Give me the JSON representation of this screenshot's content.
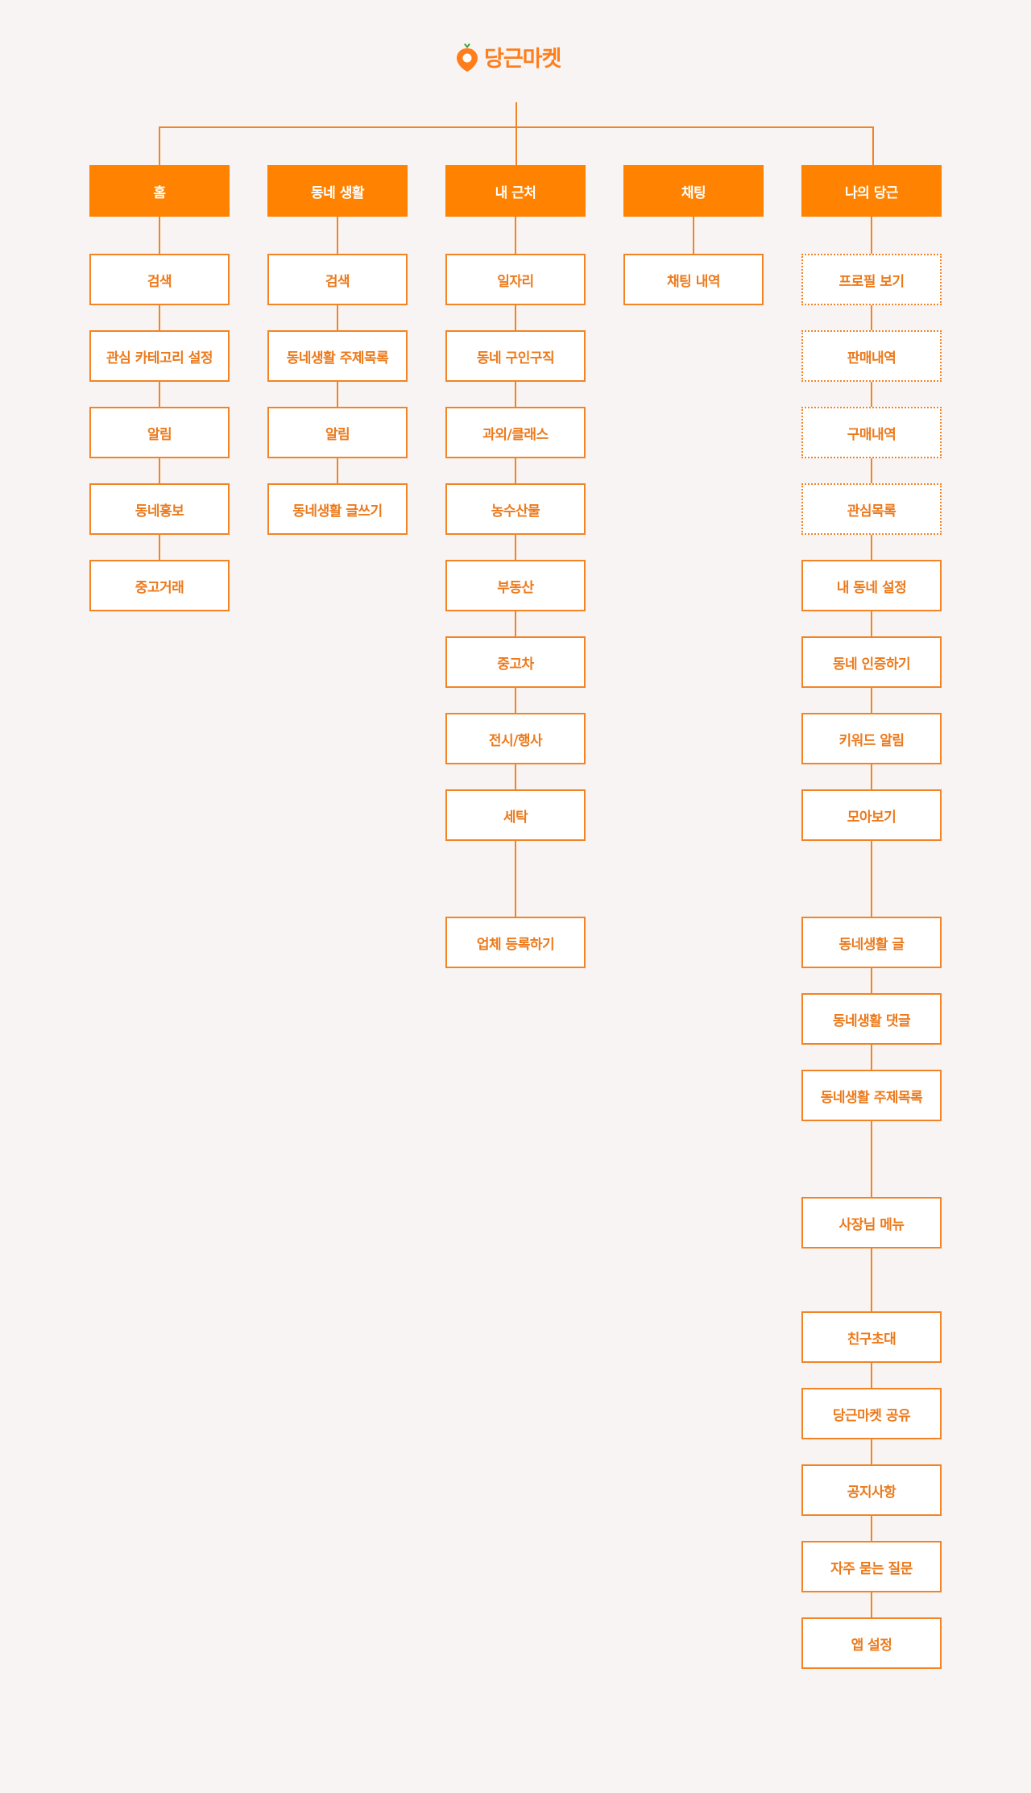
{
  "brand": {
    "name": "당근마켓",
    "color": "#ff7e1b",
    "icon": "carrot-icon"
  },
  "colors": {
    "background": "#f8f4f3",
    "header_fill": "#ff8200",
    "header_text": "#ffffff",
    "node_text": "#ec7a1c",
    "line": "#f28425"
  },
  "columns": [
    {
      "id": "home",
      "header": "홈",
      "items": [
        {
          "label": "검색",
          "style": "solid"
        },
        {
          "label": "관심 카테고리 설정",
          "style": "solid"
        },
        {
          "label": "알림",
          "style": "solid"
        },
        {
          "label": "동네홍보",
          "style": "solid"
        },
        {
          "label": "중고거래",
          "style": "solid"
        }
      ]
    },
    {
      "id": "neighborhood-life",
      "header": "동네 생활",
      "items": [
        {
          "label": "검색",
          "style": "solid"
        },
        {
          "label": "동네생활 주제목록",
          "style": "solid"
        },
        {
          "label": "알림",
          "style": "solid"
        },
        {
          "label": "동네생활 글쓰기",
          "style": "solid"
        }
      ]
    },
    {
      "id": "nearby",
      "header": "내 근처",
      "items": [
        {
          "label": "일자리",
          "style": "solid"
        },
        {
          "label": "동네 구인구직",
          "style": "solid"
        },
        {
          "label": "과외/클래스",
          "style": "solid"
        },
        {
          "label": "농수산물",
          "style": "solid"
        },
        {
          "label": "부동산",
          "style": "solid"
        },
        {
          "label": "중고차",
          "style": "solid"
        },
        {
          "label": "전시/행사",
          "style": "solid"
        },
        {
          "label": "세탁",
          "style": "solid"
        },
        {
          "label": "업체 등록하기",
          "style": "solid"
        }
      ]
    },
    {
      "id": "chat",
      "header": "채팅",
      "items": [
        {
          "label": "채팅 내역",
          "style": "solid"
        }
      ]
    },
    {
      "id": "my-danggeun",
      "header": "나의 당근",
      "items": [
        {
          "label": "프로필 보기",
          "style": "dashed"
        },
        {
          "label": "판매내역",
          "style": "dashed"
        },
        {
          "label": "구매내역",
          "style": "dashed"
        },
        {
          "label": "관심목록",
          "style": "dashed"
        },
        {
          "label": "내 동네 설정",
          "style": "solid"
        },
        {
          "label": "동네 인증하기",
          "style": "solid"
        },
        {
          "label": "키워드 알림",
          "style": "solid"
        },
        {
          "label": "모아보기",
          "style": "solid"
        },
        {
          "label": "동네생활 글",
          "style": "solid"
        },
        {
          "label": "동네생활 댓글",
          "style": "solid"
        },
        {
          "label": "동네생활 주제목록",
          "style": "solid"
        },
        {
          "label": "사장님 메뉴",
          "style": "solid"
        },
        {
          "label": "친구초대",
          "style": "solid"
        },
        {
          "label": "당근마켓 공유",
          "style": "solid"
        },
        {
          "label": "공지사항",
          "style": "solid"
        },
        {
          "label": "자주 묻는 질문",
          "style": "solid"
        },
        {
          "label": "앱 설정",
          "style": "solid"
        }
      ]
    }
  ]
}
